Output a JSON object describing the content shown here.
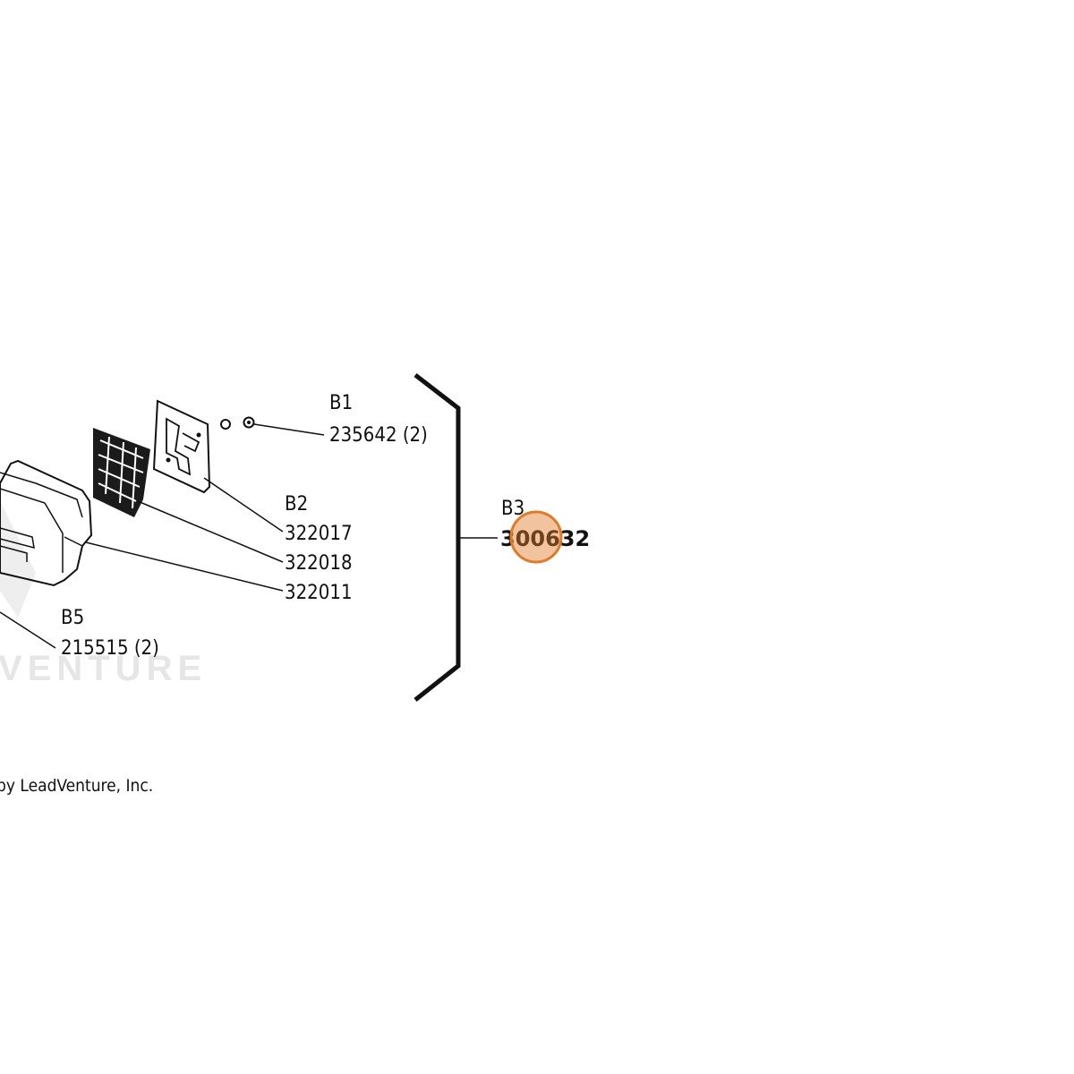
{
  "watermark": {
    "text": "VENTURE"
  },
  "copyright": {
    "text": "by LeadVenture, Inc."
  },
  "callouts": {
    "b1": {
      "ref": "B1",
      "parts": [
        "235642 (2)"
      ]
    },
    "b2": {
      "ref": "B2",
      "parts": [
        "322017",
        "322018",
        "322011"
      ]
    },
    "b3": {
      "ref": "B3",
      "parts": [
        "300632"
      ]
    },
    "b5": {
      "ref": "B5",
      "parts": [
        "215515 (2)"
      ]
    }
  },
  "highlight": {
    "part": "300632",
    "color": "#e07b28"
  }
}
